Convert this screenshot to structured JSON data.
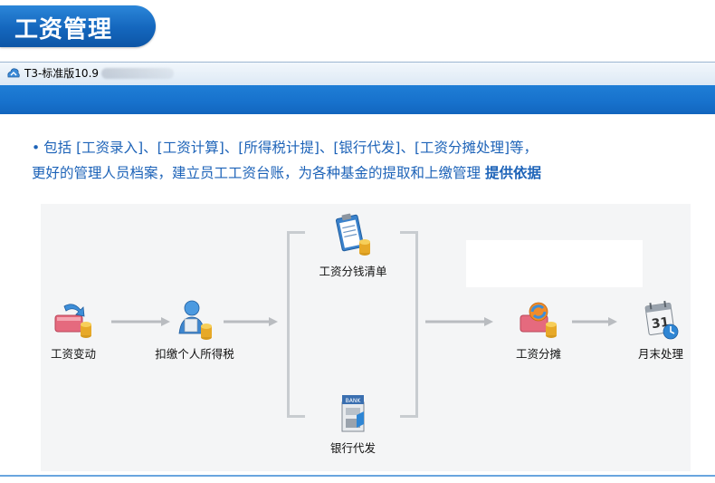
{
  "header": {
    "title": "工资管理"
  },
  "window": {
    "title": "T3-标准版10.9"
  },
  "description": {
    "bullet": "•",
    "line1": "包括 [工资录入]、[工资计算]、[所得税计提]、[银行代发]、[工资分摊处理]等，",
    "line2_prefix": "更好的管理人员档案，建立员工工资台账，为各种基金的提取和上缴管理 ",
    "line2_strong": "提供依据"
  },
  "flow": {
    "nodes": [
      {
        "id": "salary-change",
        "label": "工资变动",
        "icon": "salary-change-icon"
      },
      {
        "id": "withhold-tax",
        "label": "扣缴个人所得税",
        "icon": "person-coins-icon"
      },
      {
        "id": "salary-list",
        "label": "工资分钱清单",
        "icon": "clipboard-coins-icon"
      },
      {
        "id": "bank-payroll",
        "label": "银行代发",
        "icon": "bank-icon"
      },
      {
        "id": "salary-allocate",
        "label": "工资分摊",
        "icon": "allocate-coins-icon"
      },
      {
        "id": "month-end",
        "label": "月末处理",
        "icon": "calendar-icon"
      }
    ]
  },
  "colors": {
    "brand_blue": "#1466bd",
    "text_blue": "#1d63b8",
    "coin_gold": "#e7a928"
  }
}
